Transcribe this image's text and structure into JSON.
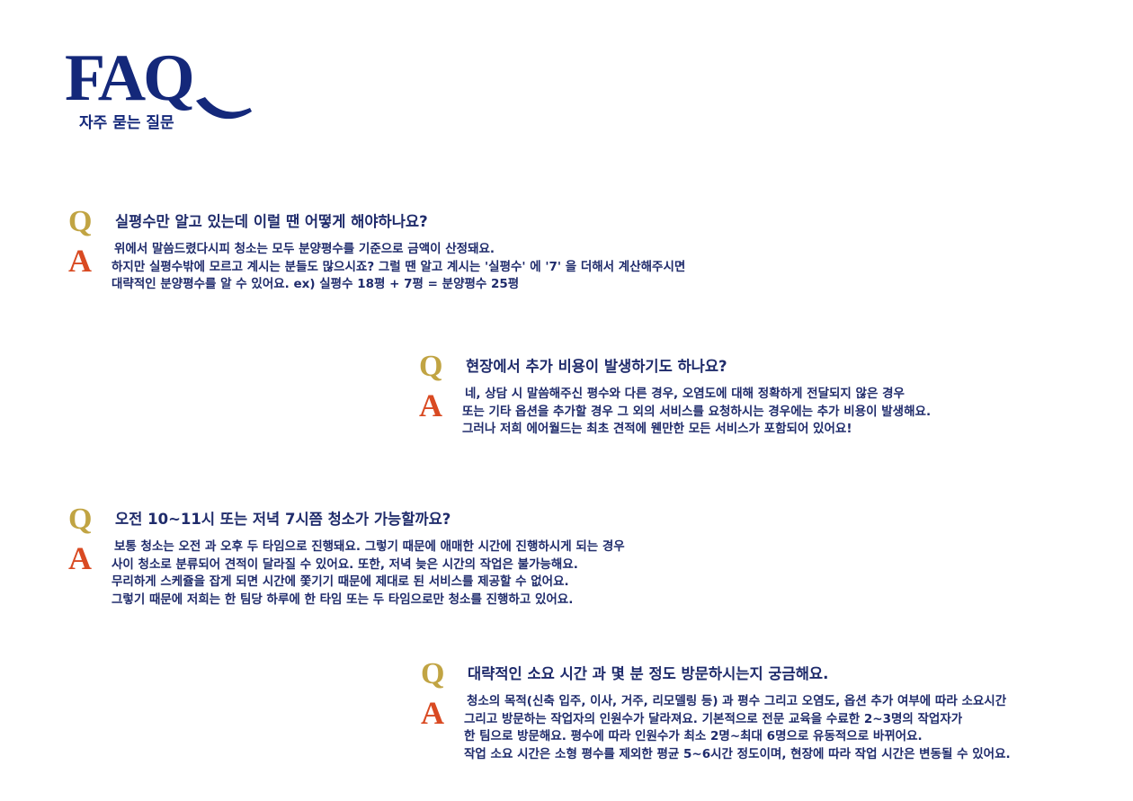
{
  "logo": {
    "word": "FAQ",
    "subtitle": "자주 묻는 질문"
  },
  "colors": {
    "navy": "#14287a",
    "text": "#1f2b6b",
    "q_gold": "#c1a443",
    "a_red": "#d94a22"
  },
  "faqs": [
    {
      "q_mark": "Q",
      "a_mark": "A",
      "question": "실평수만 알고 있는데 이럴 땐 어떻게 해야하나요?",
      "answer": [
        "위에서 말씀드렸다시피 청소는 모두 분양평수를 기준으로 금액이 산정돼요.",
        "하지만 실평수밖에 모르고 계시는 분들도 많으시죠? 그럴 땐 알고 계시는 '실평수' 에 '7' 을 더해서 계산해주시면",
        "대략적인 분양평수를 알 수 있어요.  ex) 실평수 18평 + 7평 = 분양평수 25평"
      ]
    },
    {
      "q_mark": "Q",
      "a_mark": "A",
      "question": "현장에서 추가 비용이 발생하기도 하나요?",
      "answer": [
        "네, 상담 시 말씀해주신 평수와 다른 경우, 오염도에 대해 정확하게 전달되지 않은 경우",
        "또는 기타 옵션을 추가할 경우 그 외의 서비스를 요청하시는 경우에는 추가 비용이 발생해요.",
        "그러나 저희 에어월드는 최초 견적에 웬만한 모든 서비스가 포함되어 있어요!"
      ]
    },
    {
      "q_mark": "Q",
      "a_mark": "A",
      "question": "오전 10~11시 또는 저녁 7시쯤 청소가 가능할까요?",
      "answer": [
        "보통 청소는 오전 과 오후 두 타임으로 진행돼요. 그렇기 때문에 애매한 시간에 진행하시게 되는 경우",
        "사이 청소로 분류되어 견적이 달라질 수 있어요. 또한, 저녁 늦은 시간의 작업은 불가능해요.",
        "무리하게 스케쥴을 잡게 되면 시간에 쫓기기 때문에 제대로 된 서비스를 제공할 수 없어요.",
        "그렇기 때문에 저희는 한 팀당 하루에 한 타임 또는 두 타임으로만 청소를 진행하고 있어요."
      ]
    },
    {
      "q_mark": "Q",
      "a_mark": "A",
      "question": "대략적인 소요 시간 과 몇 분 정도 방문하시는지 궁금해요.",
      "answer": [
        "청소의 목적(신축 입주, 이사, 거주, 리모델링 등) 과 평수 그리고 오염도, 옵션 추가 여부에 따라 소요시간",
        "그리고 방문하는 작업자의 인원수가 달라져요. 기본적으로 전문 교육을 수료한 2~3명의 작업자가",
        "한 팀으로 방문해요. 평수에 따라 인원수가 최소 2명~최대 6명으로 유동적으로 바뀌어요.",
        "작업 소요 시간은 소형 평수를 제외한 평균 5~6시간 정도이며, 현장에 따라 작업 시간은 변동될 수 있어요."
      ]
    }
  ]
}
